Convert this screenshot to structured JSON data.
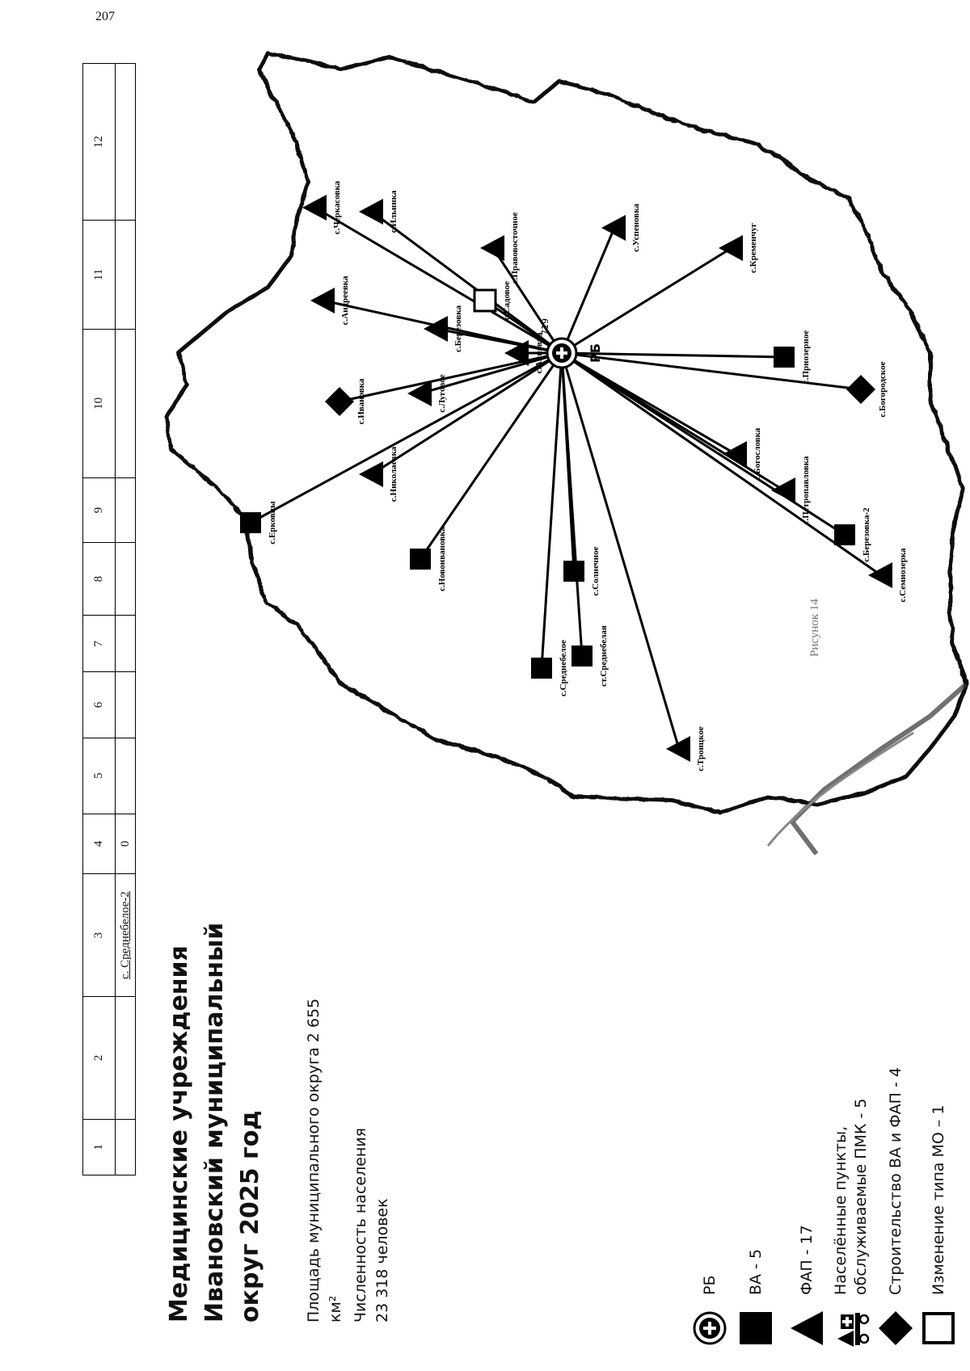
{
  "page_number": "207",
  "table": {
    "columns": [
      "1",
      "2",
      "3",
      "4",
      "5",
      "6",
      "7",
      "8",
      "9",
      "10",
      "11",
      "12"
    ],
    "row": [
      "",
      "",
      "с. Среднебелое-2",
      "0",
      "",
      "",
      "",
      "",
      "",
      "",
      "",
      ""
    ]
  },
  "title": "Медицинские учреждения Ивановский муниципальный округ 2025 год",
  "stats": {
    "area_label": "Площадь муниципального округа 2 655 км²",
    "population_label": "Численность населения",
    "population_value": "23 318 человек"
  },
  "legend": [
    {
      "icon": "hospital-circle-plus-icon",
      "label": "РБ"
    },
    {
      "icon": "square-filled-icon",
      "label": "ВА - 5"
    },
    {
      "icon": "triangle-filled-icon",
      "label": "ФАП - 17"
    },
    {
      "icon": "mobile-unit-icon",
      "label": "Населённые пункты, обслуживаемые ПМК - 5"
    },
    {
      "icon": "diamond-filled-icon",
      "label": "Строительство ВА и ФАП - 4"
    },
    {
      "icon": "square-outline-icon",
      "label": "Изменение типа МО – 1"
    }
  ],
  "map": {
    "center_label": "РБ",
    "center_number": "719",
    "sites": [
      {
        "name": "с.Троицкое",
        "type": "triangle"
      },
      {
        "name": "с.Среднебелое",
        "type": "square"
      },
      {
        "name": "ст.Среднебелая",
        "type": "square"
      },
      {
        "name": "с.Солнечное",
        "type": "square"
      },
      {
        "name": "с.Новоивановка",
        "type": "square"
      },
      {
        "name": "с.Николаевка",
        "type": "triangle"
      },
      {
        "name": "с.Ивановка",
        "type": "diamond"
      },
      {
        "name": "с.Луговое",
        "type": "triangle"
      },
      {
        "name": "с.Березовка",
        "type": "triangle"
      },
      {
        "name": "с.Ерковцы",
        "type": "square"
      },
      {
        "name": "с.Андреевка",
        "type": "triangle"
      },
      {
        "name": "с.Черкасовка",
        "type": "triangle"
      },
      {
        "name": "с.Правовосточное",
        "type": "triangle"
      },
      {
        "name": "с.Ильинка",
        "type": "triangle"
      },
      {
        "name": "с.Садовое",
        "type": "square-outline"
      },
      {
        "name": "с.Успеновка",
        "type": "triangle"
      },
      {
        "name": "с.Кременчуг",
        "type": "triangle"
      },
      {
        "name": "с.Богословка",
        "type": "triangle"
      },
      {
        "name": "с.Петропавловка",
        "type": "triangle"
      },
      {
        "name": "с.Березовка-2",
        "type": "square"
      },
      {
        "name": "с.Семиозерка",
        "type": "triangle"
      },
      {
        "name": "с.Богородское",
        "type": "diamond"
      },
      {
        "name": "с.Приозерное",
        "type": "square"
      },
      {
        "name": "с.Анновка",
        "type": "triangle"
      }
    ]
  },
  "caption": "Рисунок 14"
}
